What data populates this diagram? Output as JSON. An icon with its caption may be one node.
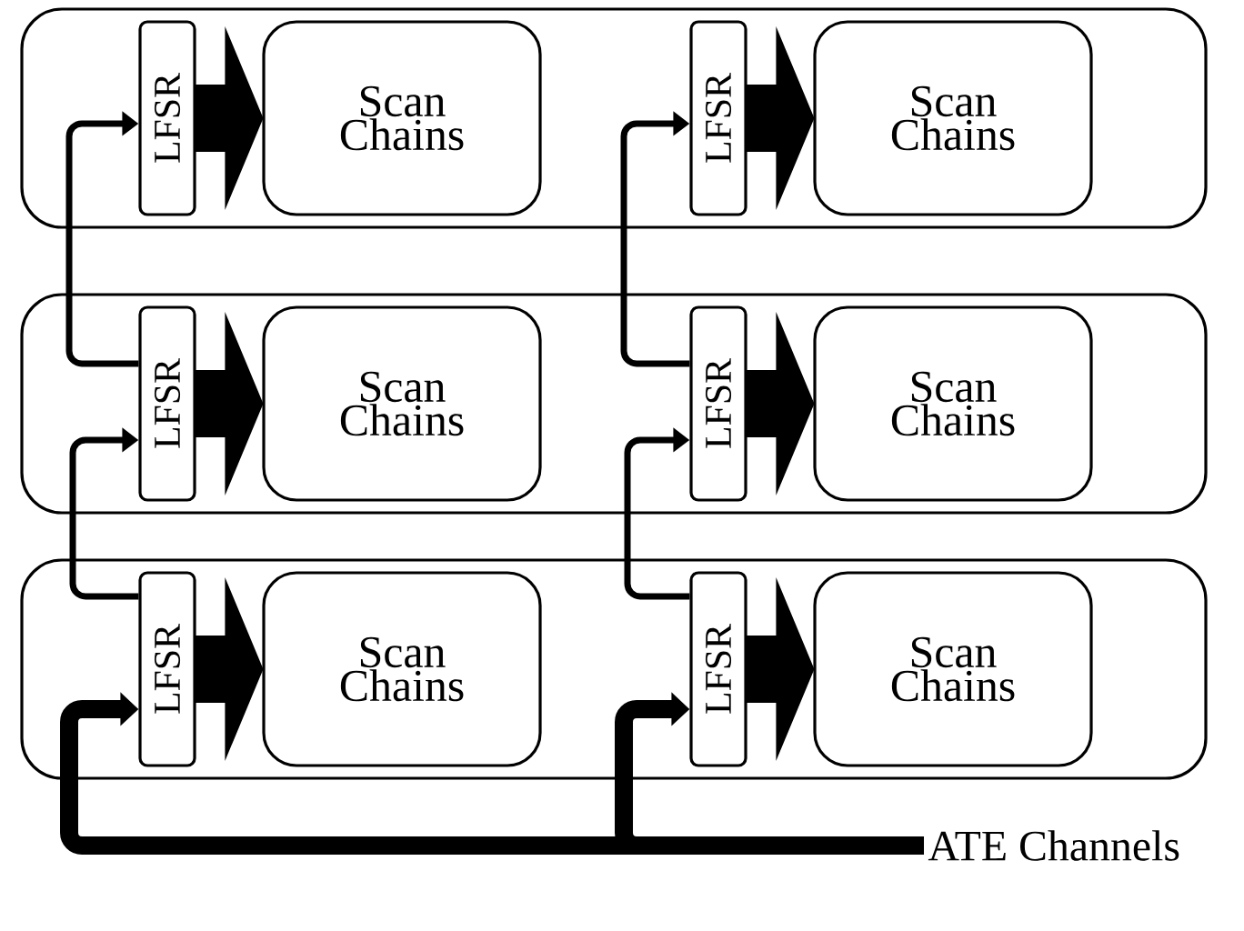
{
  "diagram": {
    "nodes": [
      {
        "text": [],
        "shape": "box"
      },
      {
        "text": [
          "LFSR"
        ],
        "in": 0
      },
      {
        "text": [
          "Scan Chains"
        ],
        "in": 0
      },
      {
        "text": [
          "LFSR"
        ],
        "in": 0
      },
      {
        "text": [
          "Scan Chains"
        ],
        "in": 0
      },
      {
        "text": [],
        "shape": "box"
      },
      {
        "text": [
          "LFSR"
        ],
        "in": 5
      },
      {
        "text": [
          "Scan Chains"
        ],
        "in": 5
      },
      {
        "text": [
          "LFSR"
        ],
        "in": 5
      },
      {
        "text": [
          "Scan Chains"
        ],
        "in": 5
      },
      {
        "text": [],
        "shape": "box"
      },
      {
        "text": [
          "LFSR"
        ],
        "in": 10
      },
      {
        "text": [
          "Scan Chains"
        ],
        "in": 10
      },
      {
        "text": [
          "LFSR"
        ],
        "in": 10
      },
      {
        "text": [
          "Scan Chains"
        ],
        "in": 10
      },
      {
        "text": [
          "ATE Channels"
        ]
      }
    ],
    "edges": [
      {
        "from": 1,
        "to": 2,
        "arrow": "to"
      },
      {
        "from": 3,
        "to": 4,
        "arrow": "to"
      },
      {
        "from": 6,
        "to": 7,
        "arrow": "to"
      },
      {
        "from": 8,
        "to": 9,
        "arrow": "to"
      },
      {
        "from": 11,
        "to": 12,
        "arrow": "to"
      },
      {
        "from": 13,
        "to": 14,
        "arrow": "to"
      },
      {
        "from": 6,
        "to": 1,
        "arrow": "to"
      },
      {
        "from": 11,
        "to": 6,
        "arrow": "to"
      },
      {
        "from": 8,
        "to": 3,
        "arrow": "to"
      },
      {
        "from": 13,
        "to": 8,
        "arrow": "to"
      },
      {
        "from": 15,
        "to": 11,
        "arrow": "to",
        "style": "thick"
      },
      {
        "from": 15,
        "to": 13,
        "arrow": "to",
        "style": "thick"
      }
    ]
  }
}
